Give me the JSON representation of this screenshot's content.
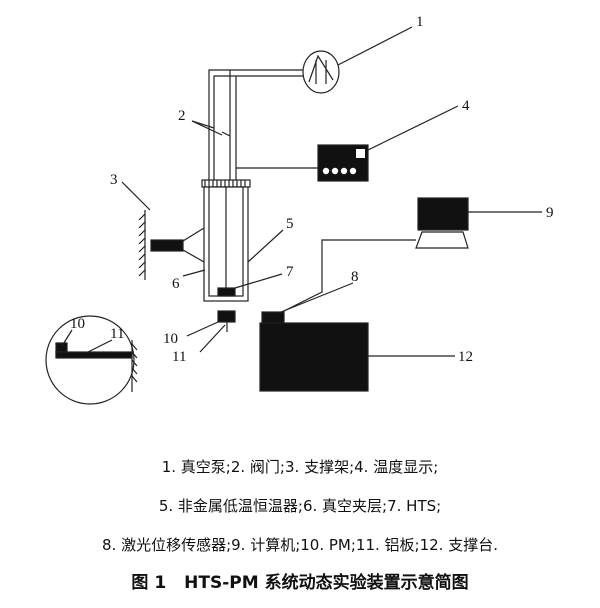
{
  "labels": [
    "1",
    "2",
    "3",
    "4",
    "5",
    "6",
    "7",
    "8",
    "9",
    "10",
    "11",
    "12"
  ],
  "inset_labels": [
    "10",
    "11"
  ],
  "legend": [
    "1. 真空泵;2. 阀门;3. 支撑架;4. 温度显示;",
    "5. 非金属低温恒温器;6. 真空夹层;7. HTS;",
    "8. 激光位移传感器;9. 计算机;10. PM;11. 铝板;12. 支撑台."
  ],
  "title": {
    "number": "图 1",
    "text": "HTS-PM 系统动态实验装置示意简图"
  }
}
